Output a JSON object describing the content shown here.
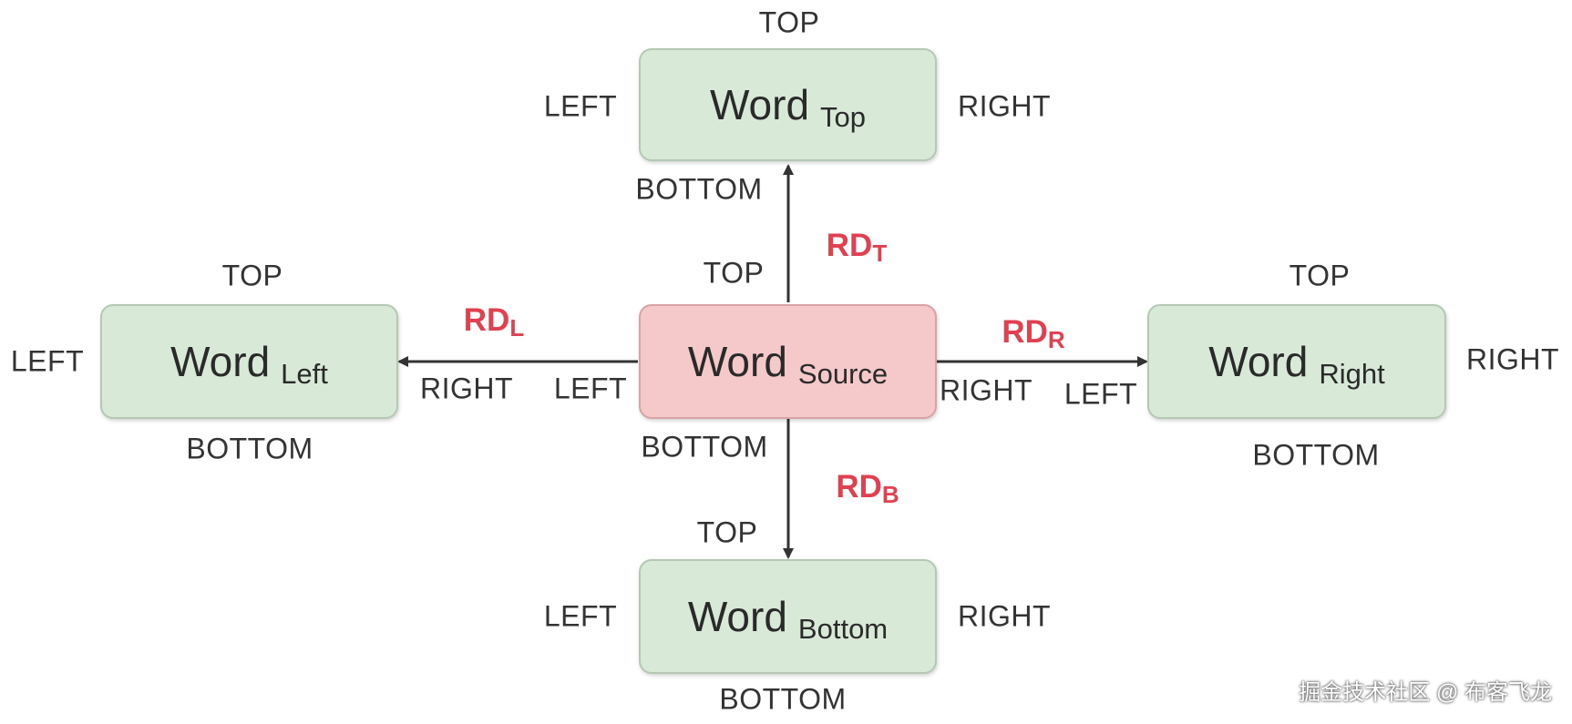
{
  "nodes": {
    "top": {
      "main": "Word",
      "sub": "Top",
      "labels": {
        "top": "TOP",
        "left": "LEFT",
        "right": "RIGHT",
        "bottom": "BOTTOM"
      }
    },
    "left": {
      "main": "Word",
      "sub": "Left",
      "labels": {
        "top": "TOP",
        "left": "LEFT",
        "right": "RIGHT",
        "bottom": "BOTTOM"
      }
    },
    "source": {
      "main": "Word",
      "sub": "Source",
      "labels": {
        "top": "TOP",
        "left": "LEFT",
        "right": "RIGHT",
        "bottom": "BOTTOM"
      }
    },
    "right": {
      "main": "Word",
      "sub": "Right",
      "labels": {
        "top": "TOP",
        "left": "LEFT",
        "right": "RIGHT",
        "bottom": "BOTTOM"
      }
    },
    "bottom": {
      "main": "Word",
      "sub": "Bottom",
      "labels": {
        "top": "TOP",
        "left": "LEFT",
        "right": "RIGHT",
        "bottom": "BOTTOM"
      }
    }
  },
  "relations": {
    "top": {
      "base": "RD",
      "sub": "T"
    },
    "left": {
      "base": "RD",
      "sub": "L"
    },
    "right": {
      "base": "RD",
      "sub": "R"
    },
    "bottom": {
      "base": "RD",
      "sub": "B"
    }
  },
  "colors": {
    "node_fill": "#d8ead7",
    "source_fill": "#f5c8c9",
    "relation_text": "#e0404f",
    "arrow": "#333333"
  },
  "watermark": "掘金技术社区 @ 布客飞龙"
}
